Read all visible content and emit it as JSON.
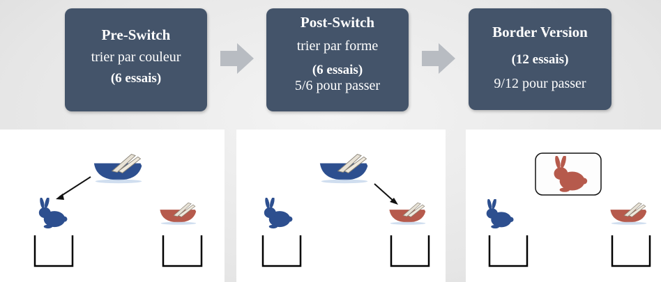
{
  "stages": [
    {
      "title": "Pre-Switch",
      "lines": [
        "trier par couleur",
        "(6 essais)"
      ]
    },
    {
      "title": "Post-Switch",
      "lines": [
        "trier par forme",
        "(6 essais)",
        "5/6 pour passer"
      ]
    },
    {
      "title": "Border Version",
      "lines": [
        "(12 essais)",
        "9/12 pour passer"
      ]
    }
  ],
  "colors": {
    "box": "#44546a",
    "arrow": "#b8bcc2",
    "blue": "#2d4f8f",
    "red": "#b65a4c",
    "border_card_bg": "#fdfdfd"
  },
  "panels": [
    {
      "scene": "pre-switch",
      "target_card": "blue-boat",
      "sort_arrow_to": "blue-rabbit"
    },
    {
      "scene": "post-switch",
      "target_card": "blue-boat",
      "sort_arrow_to": "red-boat"
    },
    {
      "scene": "border-version",
      "target_card": "red-rabbit-bordered"
    }
  ]
}
